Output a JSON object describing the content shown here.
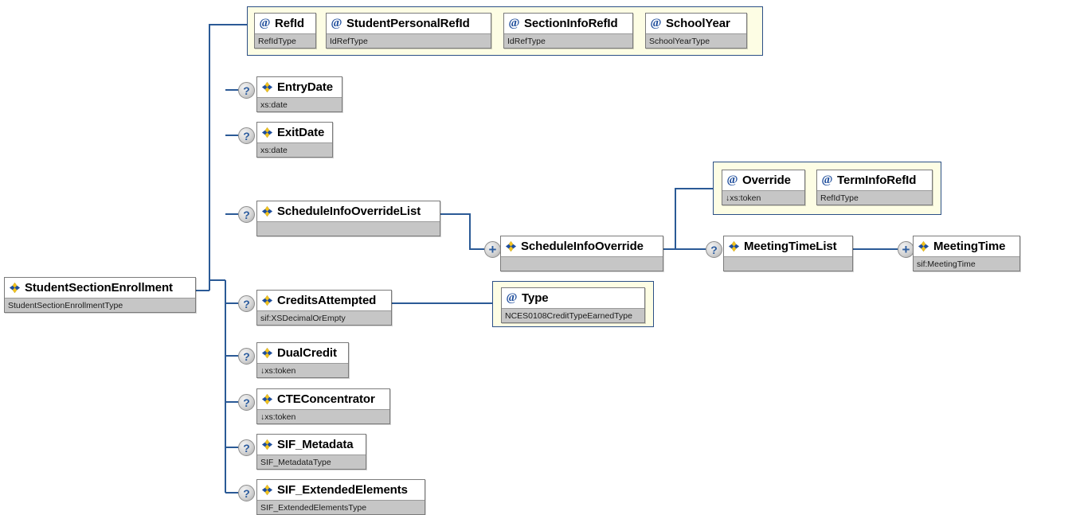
{
  "diagram": {
    "title": "StudentSectionEnrollment XSD element structure",
    "colors": {
      "line": "#2b5a96",
      "attr_group_fill": "#fdfde4",
      "attr_group_border": "#2b4f86",
      "type_row_fill": "#c6c6c6",
      "node_border": "#7b7b7b",
      "icon_blue": "#1f4e9c",
      "icon_yellow": "#f2c21c"
    },
    "root": {
      "name": "StudentSectionEnrollment",
      "type": "StudentSectionEnrollmentType",
      "icon": "element-icon"
    },
    "attribute_groups": [
      {
        "id": "root-attributes",
        "attributes": [
          {
            "name": "RefId",
            "type": "RefIdType",
            "icon": "attribute-icon"
          },
          {
            "name": "StudentPersonalRefId",
            "type": "IdRefType",
            "icon": "attribute-icon"
          },
          {
            "name": "SectionInfoRefId",
            "type": "IdRefType",
            "icon": "attribute-icon"
          },
          {
            "name": "SchoolYear",
            "type": "SchoolYearType",
            "icon": "attribute-icon"
          }
        ]
      },
      {
        "id": "scheduleinfooverride-attributes",
        "attributes": [
          {
            "name": "Override",
            "type": "↓xs:token",
            "icon": "attribute-icon"
          },
          {
            "name": "TermInfoRefId",
            "type": "RefIdType",
            "icon": "attribute-icon"
          }
        ]
      },
      {
        "id": "creditsattempted-attributes",
        "attributes": [
          {
            "name": "Type",
            "type": "NCES0108CreditTypeEarnedType",
            "icon": "attribute-icon"
          }
        ]
      }
    ],
    "elements": [
      {
        "id": "entrydate",
        "name": "EntryDate",
        "type": "xs:date",
        "marker": "optional",
        "icon": "element-icon"
      },
      {
        "id": "exitdate",
        "name": "ExitDate",
        "type": "xs:date",
        "marker": "optional",
        "icon": "element-icon"
      },
      {
        "id": "scheduleinfooverridelist",
        "name": "ScheduleInfoOverrideList",
        "type": "",
        "marker": "optional",
        "icon": "element-icon"
      },
      {
        "id": "scheduleinfooverride",
        "name": "ScheduleInfoOverride",
        "type": "",
        "marker": "repeating",
        "icon": "element-icon"
      },
      {
        "id": "meetingtimelist",
        "name": "MeetingTimeList",
        "type": "",
        "marker": "optional",
        "icon": "element-icon"
      },
      {
        "id": "meetingtime",
        "name": "MeetingTime",
        "type": "sif:MeetingTime",
        "marker": "repeating",
        "icon": "element-icon"
      },
      {
        "id": "creditsattempted",
        "name": "CreditsAttempted",
        "type": "sif:XSDecimalOrEmpty",
        "marker": "optional",
        "icon": "element-icon"
      },
      {
        "id": "dualcredit",
        "name": "DualCredit",
        "type": "↓xs:token",
        "marker": "optional",
        "icon": "element-icon"
      },
      {
        "id": "cteconcentrator",
        "name": "CTEConcentrator",
        "type": "↓xs:token",
        "marker": "optional",
        "icon": "element-icon"
      },
      {
        "id": "sif_metadata",
        "name": "SIF_Metadata",
        "type": "SIF_MetadataType",
        "marker": "optional",
        "icon": "element-icon"
      },
      {
        "id": "sif_extendedelements",
        "name": "SIF_ExtendedElements",
        "type": "SIF_ExtendedElementsType",
        "marker": "optional",
        "icon": "element-icon"
      }
    ],
    "markers": {
      "optional": "?",
      "repeating": "+"
    }
  }
}
